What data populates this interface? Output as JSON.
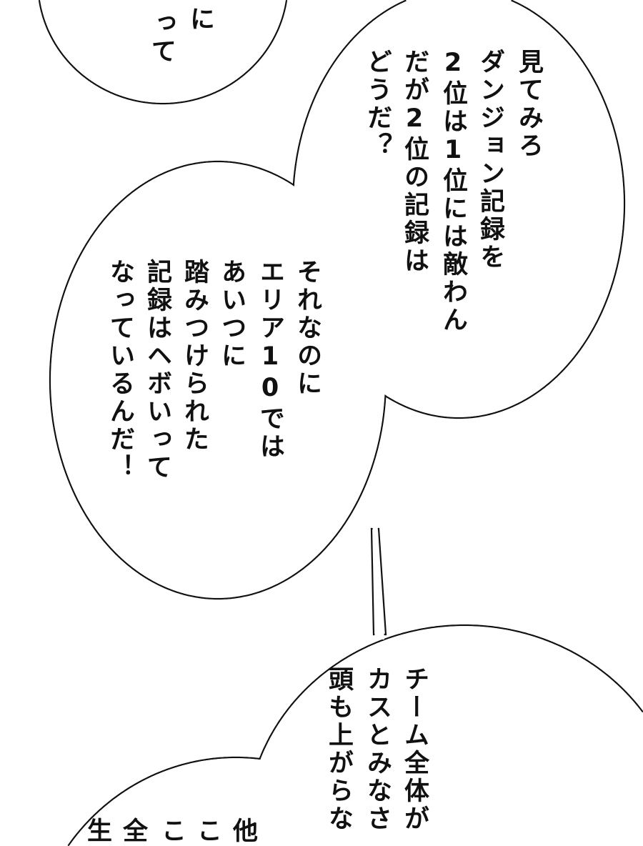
{
  "colors": {
    "bubble_fill": "#ffffff",
    "bubble_stroke": "#111111",
    "text": "#111111"
  },
  "bubbles": {
    "top_left": {
      "columns": [
        "に",
        "って"
      ]
    },
    "upper": {
      "columns": [
        "見てみろ",
        "ダンジョン記録を",
        "2位は1位には敵わん",
        "だが2位の記録は",
        "どうだ？"
      ]
    },
    "lower": {
      "columns": [
        "それなのに",
        "エリア10では",
        "あいつに",
        "踏みつけられた",
        "記録はヘボいって",
        "なっているんだ！"
      ]
    },
    "bottom_right": {
      "columns": [
        "チーム全体が",
        "カスとみなさ",
        "頭も上がらな"
      ]
    },
    "bottom_left": {
      "columns": [
        "他",
        "こ",
        "こ",
        "全",
        "生"
      ]
    }
  }
}
